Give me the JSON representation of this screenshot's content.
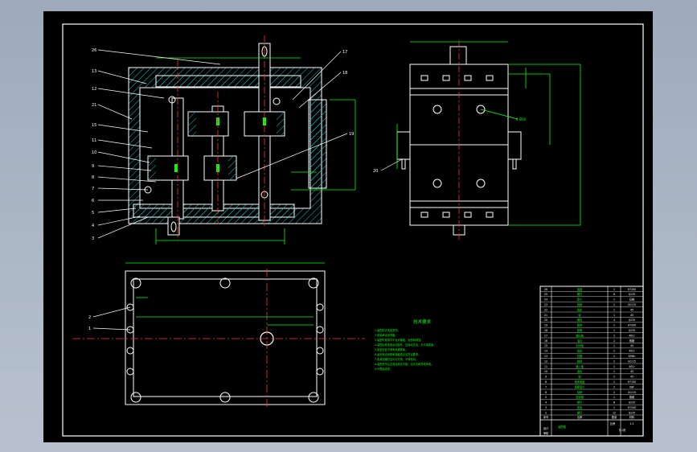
{
  "drawing": {
    "background_color": "#000000",
    "line_color": "#ffffff",
    "hatch_color": "#00c8c8",
    "dim_color": "#00ff00",
    "center_line_color": "#ff3333",
    "section_callouts_left": [
      "13",
      "12",
      "21",
      "15",
      "11",
      "10",
      "9",
      "8",
      "7",
      "6",
      "5",
      "4",
      "3"
    ],
    "section_callout_top": "26",
    "section_callouts_right": [
      "17",
      "18",
      "19"
    ],
    "side_view_callout": "20",
    "side_view_hole_label": "4-Ø10",
    "plan_view_callouts": [
      "2",
      "1"
    ],
    "tech_requirements_title": "技术要求",
    "tech_requirements": [
      "1.装配前清洗各零件。",
      "2.各轴承涂润滑脂。",
      "3.装配时各零件不允许磕碰、划伤和锈蚀。",
      "4.装配后检查各运动部件，应转动灵活，无卡阻现象。",
      "5.各密封处不得有渗漏现象。",
      "6.齿轮啮合侧隙和接触斑点应符合要求。",
      "7.各紧固螺钉应均匀拧紧，不得松动。",
      "8.装配完毕后空载运转应平稳，无冲击和异常声响。",
      "9.外表面涂漆。"
    ]
  },
  "title_block": {
    "drawing_name": "装配图",
    "parts": [
      {
        "no": "26",
        "name": "端盖",
        "qty": "1",
        "mat": "HT200"
      },
      {
        "no": "25",
        "name": "螺钉",
        "qty": "6",
        "mat": "Q235"
      },
      {
        "no": "24",
        "name": "垫片",
        "qty": "1",
        "mat": "石棉"
      },
      {
        "no": "23",
        "name": "轴承",
        "qty": "2",
        "mat": "GCr15"
      },
      {
        "no": "22",
        "name": "齿轮",
        "qty": "1",
        "mat": "45"
      },
      {
        "no": "21",
        "name": "键",
        "qty": "1",
        "mat": "45"
      },
      {
        "no": "20",
        "name": "螺栓",
        "qty": "4",
        "mat": "Q235"
      },
      {
        "no": "19",
        "name": "箱体",
        "qty": "1",
        "mat": "HT200"
      },
      {
        "no": "18",
        "name": "套筒",
        "qty": "1",
        "mat": "Q235"
      },
      {
        "no": "17",
        "name": "输出轴",
        "qty": "1",
        "mat": "40Cr"
      },
      {
        "no": "16",
        "name": "油封",
        "qty": "2",
        "mat": "橡胶"
      },
      {
        "no": "15",
        "name": "中间轴",
        "qty": "1",
        "mat": "45"
      },
      {
        "no": "14",
        "name": "齿轮",
        "qty": "2",
        "mat": "40Cr"
      },
      {
        "no": "13",
        "name": "挡圈",
        "qty": "2",
        "mat": "65Mn"
      },
      {
        "no": "12",
        "name": "轴承",
        "qty": "2",
        "mat": "GCr15"
      },
      {
        "no": "11",
        "name": "输入轴",
        "qty": "1",
        "mat": "40Cr"
      },
      {
        "no": "10",
        "name": "齿轮",
        "qty": "1",
        "mat": "45"
      },
      {
        "no": "9",
        "name": "键",
        "qty": "2",
        "mat": "45"
      },
      {
        "no": "8",
        "name": "轴承端盖",
        "qty": "2",
        "mat": "HT150"
      },
      {
        "no": "7",
        "name": "调整垫片",
        "qty": "2",
        "mat": "08F"
      },
      {
        "no": "6",
        "name": "轴承",
        "qty": "2",
        "mat": "GCr15"
      },
      {
        "no": "5",
        "name": "密封圈",
        "qty": "1",
        "mat": "橡胶"
      },
      {
        "no": "4",
        "name": "螺钉",
        "qty": "8",
        "mat": "Q235"
      },
      {
        "no": "3",
        "name": "底板",
        "qty": "1",
        "mat": "HT200"
      },
      {
        "no": "2",
        "name": "螺钉",
        "qty": "12",
        "mat": "Q235"
      },
      {
        "no": "1",
        "name": "底座",
        "qty": "1",
        "mat": "HT200"
      }
    ],
    "header": {
      "no": "序号",
      "name": "名称",
      "qty": "数量",
      "mat": "材料"
    },
    "scale_label": "比例",
    "scale_value": "1:1",
    "sheet_label": "共1张",
    "bottom_left": [
      "设计",
      "审核"
    ]
  }
}
